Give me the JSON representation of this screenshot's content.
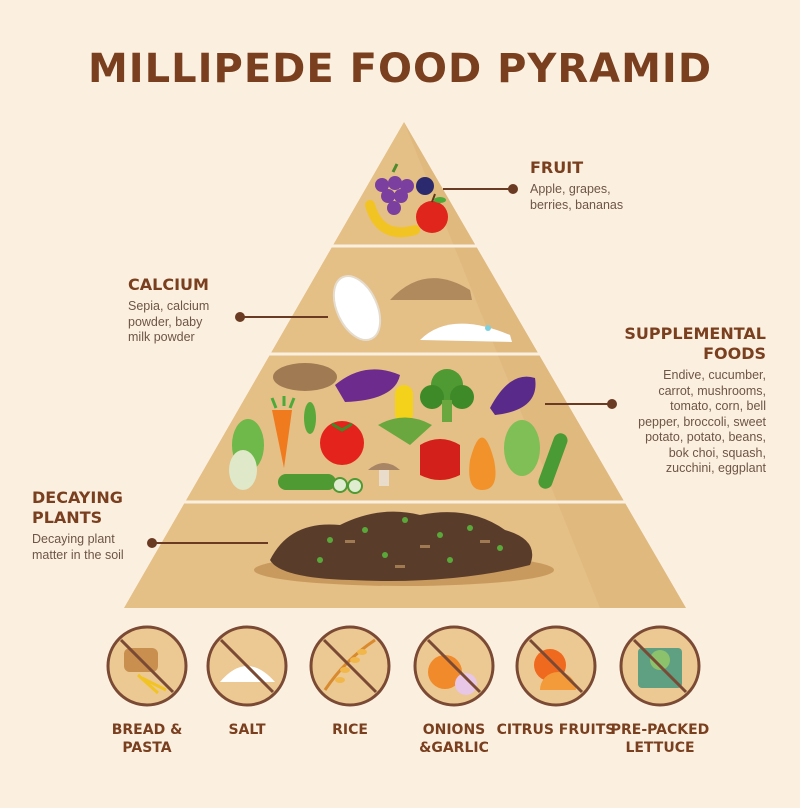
{
  "title": "MILLIPEDE FOOD PYRAMID",
  "tiers": {
    "fruit": {
      "heading": "FRUIT",
      "description": "Apple, grapes, berries, bananas"
    },
    "calcium": {
      "heading": "CALCIUM",
      "description": "Sepia, calcium powder, baby milk powder"
    },
    "supplemental": {
      "heading": "SUPPLEMENTAL FOODS",
      "description": "Endive, cucumber, carrot, mushrooms, tomato, corn, bell pepper, broccoli, sweet potato, potato, beans, bok choi, squash, zucchini, eggplant"
    },
    "decaying": {
      "heading": "DECAYING PLANTS",
      "description": "Decaying plant matter in the soil"
    }
  },
  "avoid": [
    {
      "label": "BREAD & PASTA",
      "icon": "bread-pasta-icon"
    },
    {
      "label": "SALT",
      "icon": "salt-icon"
    },
    {
      "label": "RICE",
      "icon": "rice-icon"
    },
    {
      "label": "ONIONS &GARLIC",
      "icon": "onion-garlic-icon"
    },
    {
      "label": "CITRUS FRUITS",
      "icon": "citrus-icon"
    },
    {
      "label": "PRE-PACKED LETTUCE",
      "icon": "lettuce-pack-icon"
    }
  ],
  "colors": {
    "background": "#fbf0e0",
    "pyramid": "#e4bf86",
    "title": "#7a3f1f",
    "circle": "#ecc892",
    "ring": "#7a4a34"
  }
}
